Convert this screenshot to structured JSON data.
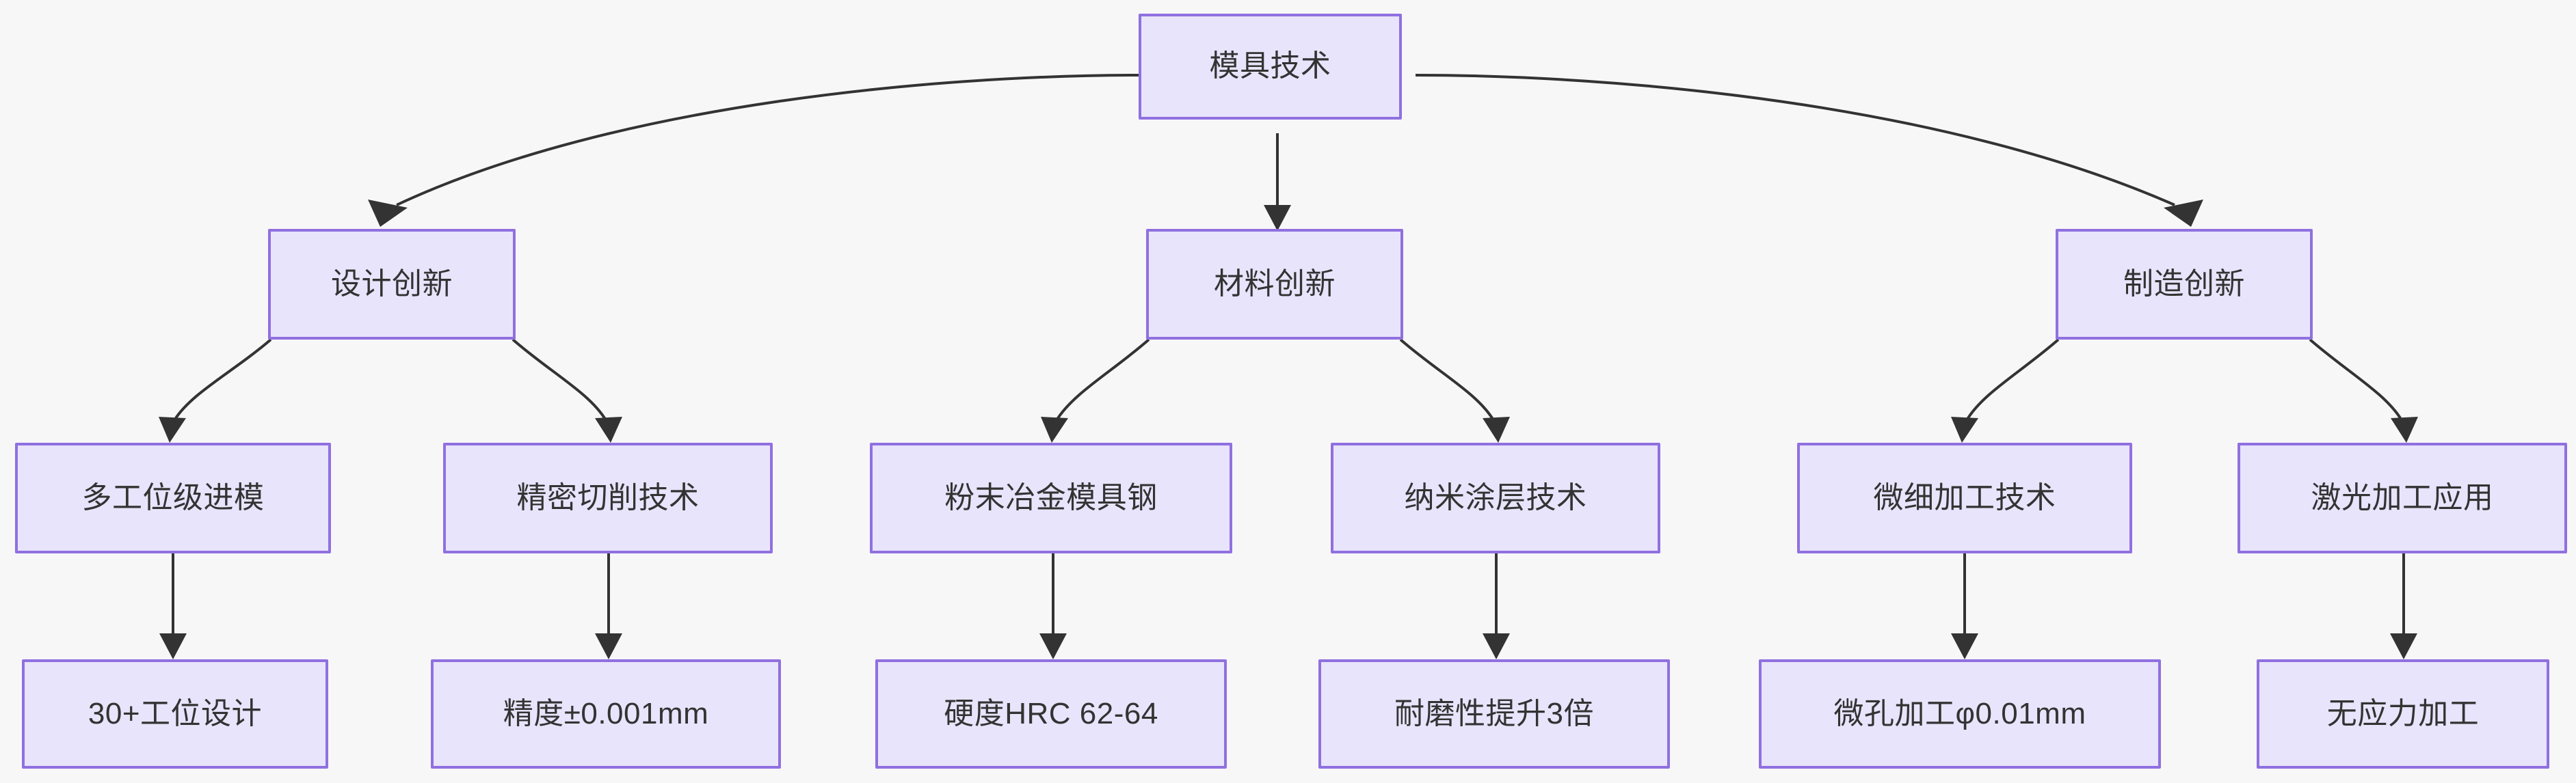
{
  "diagram": {
    "type": "flowchart",
    "title": "模具技术",
    "direction": "top-down",
    "background_color": "#f7f7f8",
    "node_fill_color": "#e8e4fb",
    "node_border_color": "#9070e0",
    "edge_color": "#333333",
    "text_color": "#333333"
  },
  "nodes": {
    "root": {
      "label": "模具技术"
    },
    "level2": [
      {
        "label": "设计创新"
      },
      {
        "label": "材料创新"
      },
      {
        "label": "制造创新"
      }
    ],
    "level3": [
      {
        "label": "多工位级进模"
      },
      {
        "label": "精密切削技术"
      },
      {
        "label": "粉末冶金模具钢"
      },
      {
        "label": "纳米涂层技术"
      },
      {
        "label": "微细加工技术"
      },
      {
        "label": "激光加工应用"
      }
    ],
    "level4": [
      {
        "label": "30+工位设计"
      },
      {
        "label": "精度±0.001mm"
      },
      {
        "label": "硬度HRC 62-64"
      },
      {
        "label": "耐磨性提升3倍"
      },
      {
        "label": "微孔加工φ0.01mm"
      },
      {
        "label": "无应力加工"
      }
    ]
  },
  "edges": [
    {
      "from": "模具技术",
      "to": "设计创新"
    },
    {
      "from": "模具技术",
      "to": "材料创新"
    },
    {
      "from": "模具技术",
      "to": "制造创新"
    },
    {
      "from": "设计创新",
      "to": "多工位级进模"
    },
    {
      "from": "设计创新",
      "to": "精密切削技术"
    },
    {
      "from": "材料创新",
      "to": "粉末冶金模具钢"
    },
    {
      "from": "材料创新",
      "to": "纳米涂层技术"
    },
    {
      "from": "制造创新",
      "to": "微细加工技术"
    },
    {
      "from": "制造创新",
      "to": "激光加工应用"
    },
    {
      "from": "多工位级进模",
      "to": "30+工位设计"
    },
    {
      "from": "精密切削技术",
      "to": "精度±0.001mm"
    },
    {
      "from": "粉末冶金模具钢",
      "to": "硬度HRC 62-64"
    },
    {
      "from": "纳米涂层技术",
      "to": "耐磨性提升3倍"
    },
    {
      "from": "微细加工技术",
      "to": "微孔加工φ0.01mm"
    },
    {
      "from": "激光加工应用",
      "to": "无应力加工"
    }
  ]
}
